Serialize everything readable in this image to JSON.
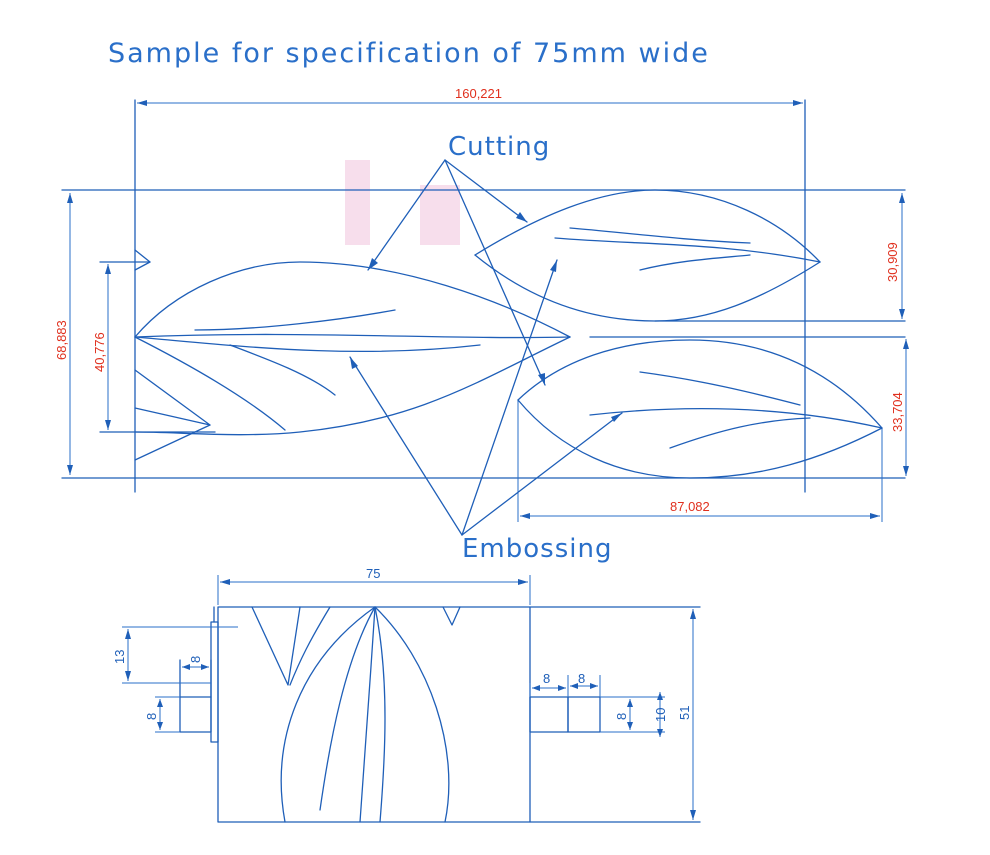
{
  "title": "Sample for specification of 75mm wide",
  "labels": {
    "cutting": "Cutting",
    "embossing": "Embossing"
  },
  "dimensions": {
    "total_width": "160,221",
    "total_height": "68,883",
    "left_leaf_height": "40,776",
    "top_right_height": "30,909",
    "bottom_right_height": "33,704",
    "bottom_right_width": "87,082",
    "roller_width": "75",
    "roller_height": "51",
    "shaft_left_offset": "13",
    "shaft_left_len": "8",
    "shaft_left_dia": "8",
    "shaft_right_len_a": "8",
    "shaft_right_len_b": "8",
    "shaft_right_dia": "8",
    "shaft_right_dia_outer": "10"
  },
  "colors": {
    "line": "#1f5fb8",
    "dimension_text": "#e0301e",
    "stamp": "#e9a0c8"
  }
}
